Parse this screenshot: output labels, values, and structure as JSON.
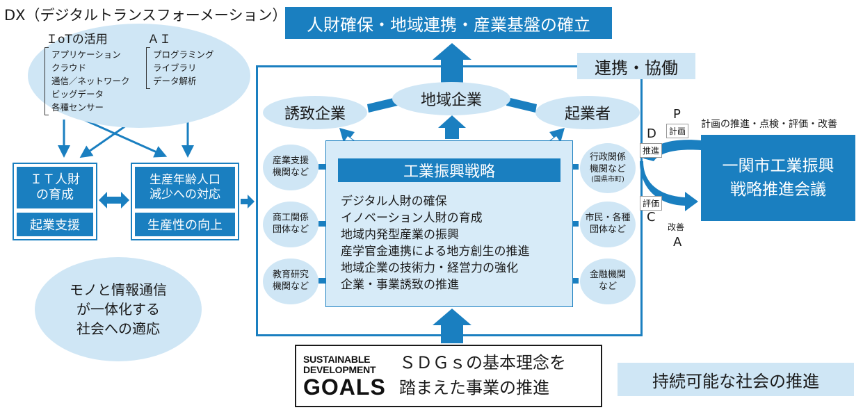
{
  "dx_title": "DX（デジタルトランスフォーメーション）",
  "iot": {
    "title": "ＩoTの活用",
    "items": [
      "アプリケーション",
      "クラウド",
      "通信／ネットワーク",
      "ビッグデータ",
      "各種センサー"
    ]
  },
  "ai": {
    "title": "ＡＩ",
    "items": [
      "プログラミング",
      "ライブラリ",
      "データ解析"
    ]
  },
  "top_goal": "人財確保・地域連携・産業基盤の確立",
  "collab_label": "連携・協働",
  "companies": {
    "left": "誘致企業",
    "center": "地域企業",
    "right": "起業者"
  },
  "left_boxes": {
    "it_talent": "ＩＴ人財\nの育成",
    "startup": "起業支援",
    "population": "生産年齢人口\n減少への対応",
    "productivity": "生産性の向上"
  },
  "strategy": {
    "title": "工業振興戦略",
    "items": [
      "デジタル人財の確保",
      "イノベーション人財の育成",
      "地域内発型産業の振興",
      "産学官金連携による地方創生の推進",
      "地域企業の技術力・経営力の強化",
      "企業・事業誘致の推進"
    ]
  },
  "left_circles": [
    "産業支援\n機関など",
    "商工関係\n団体など",
    "教育研究\n機関など"
  ],
  "right_circles": {
    "admin": "行政関係\n機関など",
    "admin_sub": "(国県市町)",
    "citizen": "市民・各種\n団体など",
    "finance": "金融機関\nなど"
  },
  "pdca": {
    "p": "P",
    "p_label": "計画",
    "d": "D",
    "d_label": "推進",
    "c": "C",
    "c_label": "評価",
    "a": "A",
    "a_label": "改善",
    "top_text": "計画の推進・点検・評価・改善"
  },
  "council": "一関市工業振興\n戦略推進会議",
  "society_ellipse": "モノと情報通信\nが一体化する\n社会への適応",
  "sdgs": {
    "logo_line1": "SUSTAINABLE",
    "logo_line2": "DEVELOPMENT",
    "logo_line3": "GOALS",
    "text": "ＳＤＧｓの基本理念を\n踏まえた事業の推進"
  },
  "sustainable": "持続可能な社会の推進",
  "colors": {
    "primary": "#1a7fc0",
    "light": "#cfe6f5",
    "dark": "#1a1a1a"
  }
}
